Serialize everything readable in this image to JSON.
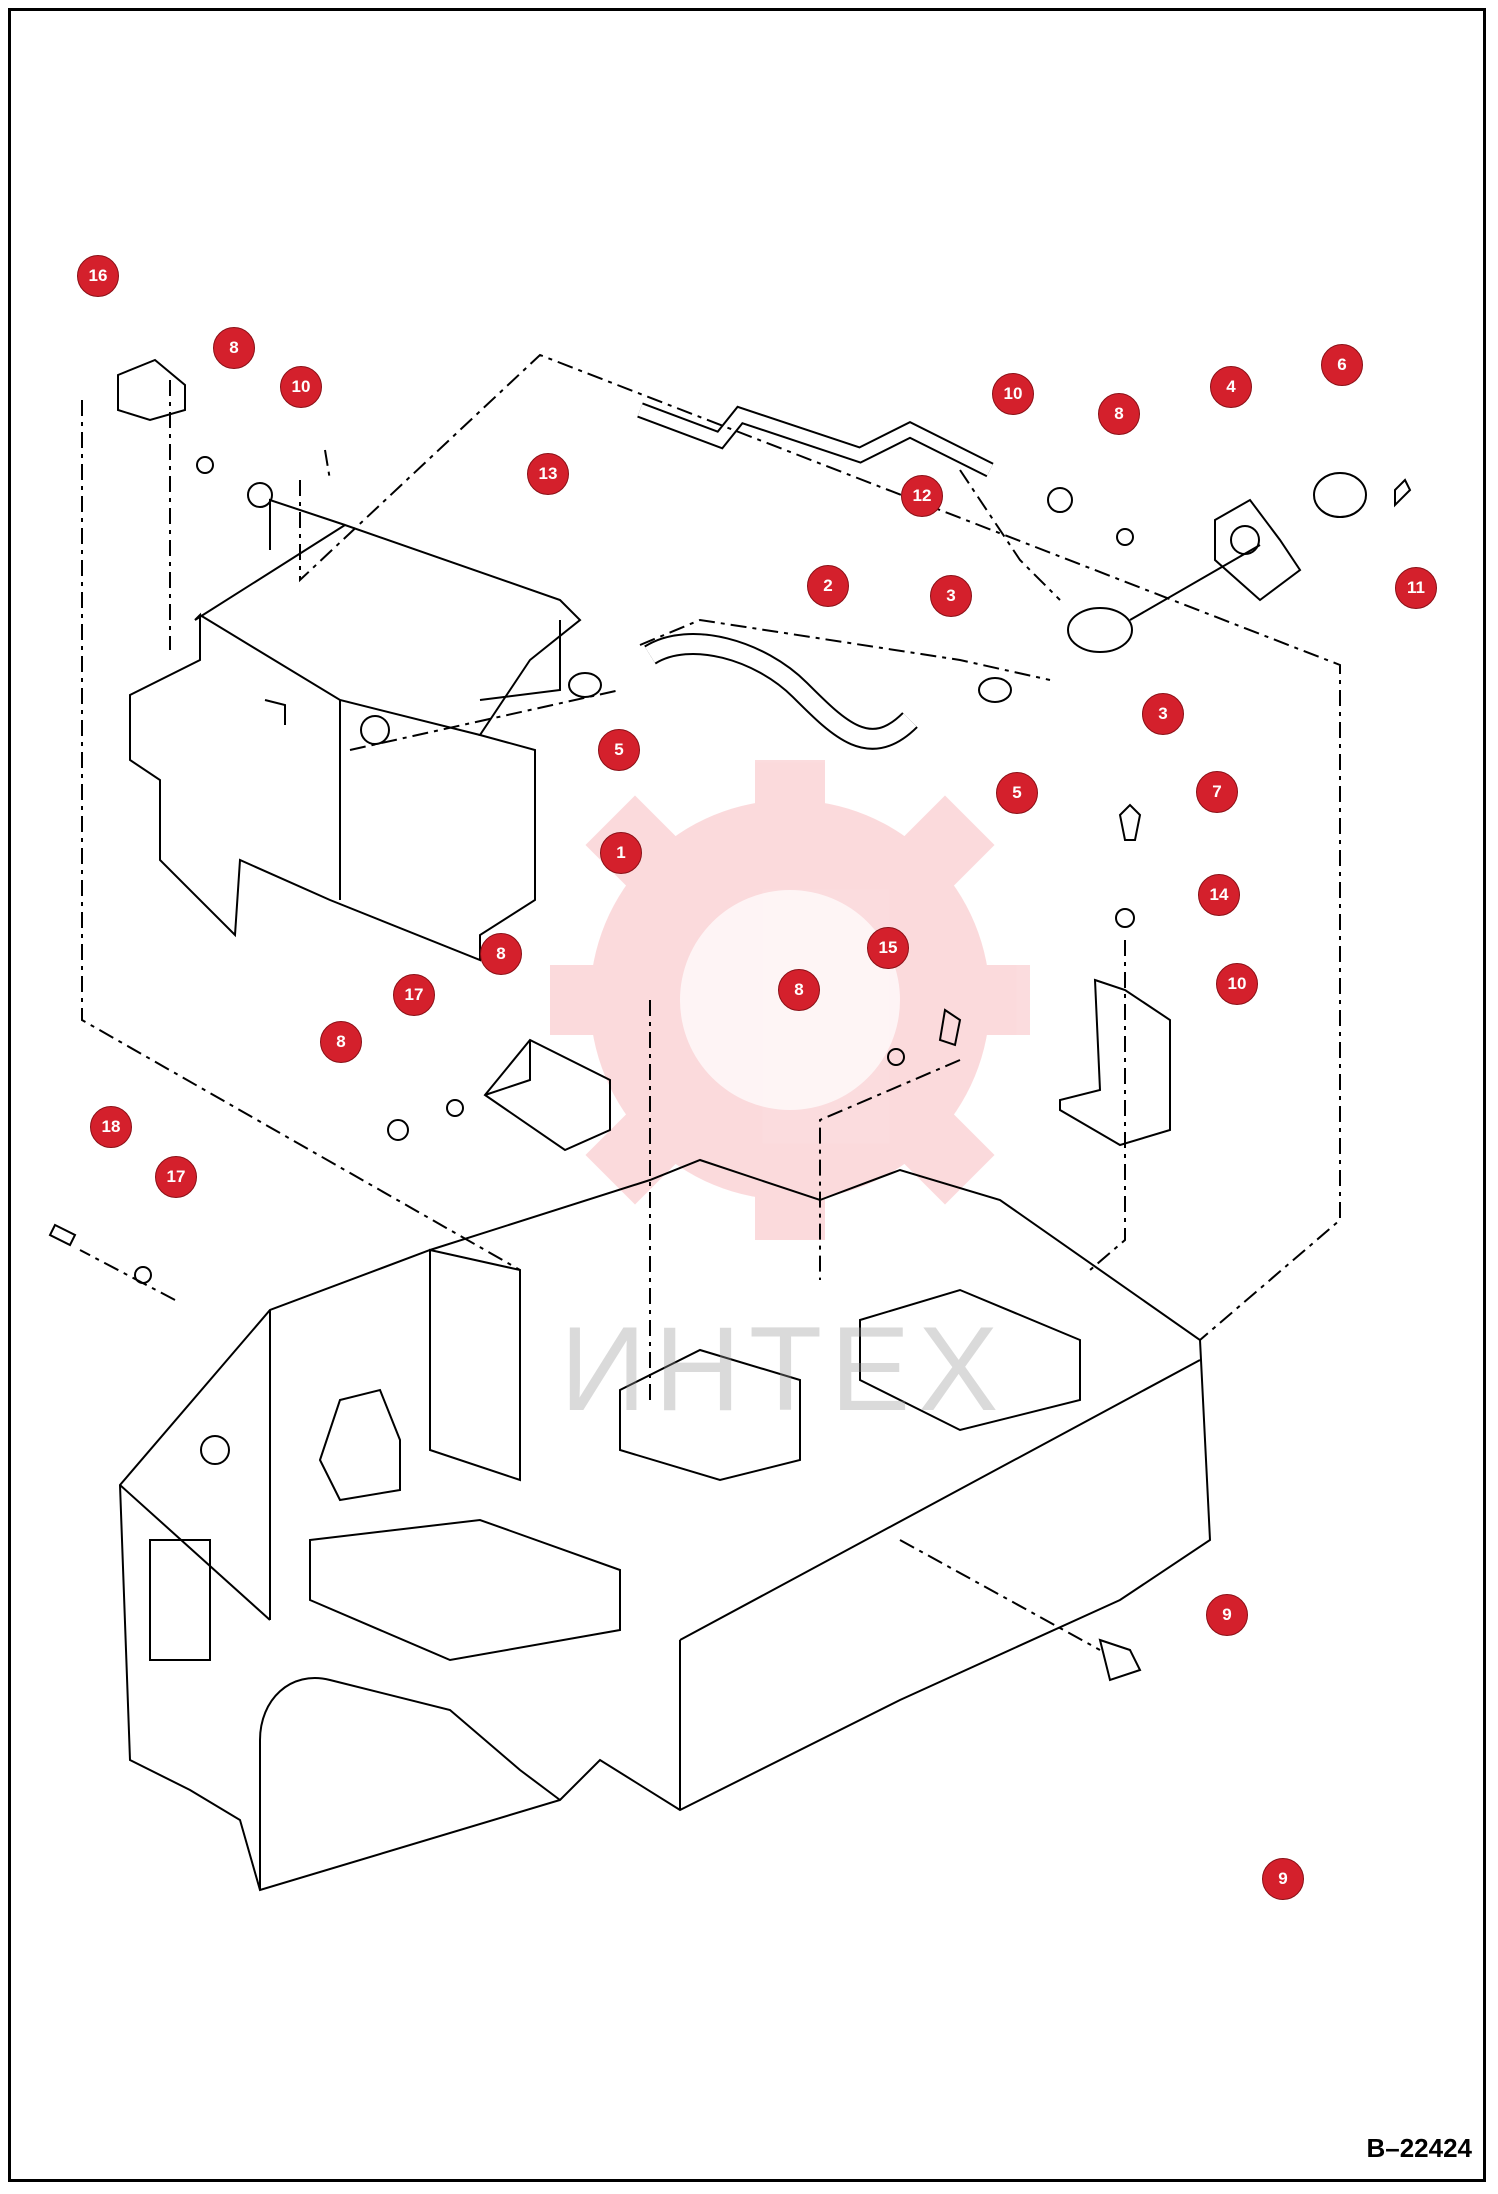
{
  "watermark": {
    "text": "ИНТЕХ",
    "color": "#e8232f"
  },
  "drawing_code": "B–22424",
  "callouts": [
    {
      "id": "c16",
      "label": "16"
    },
    {
      "id": "c8a",
      "label": "8"
    },
    {
      "id": "c10a",
      "label": "10"
    },
    {
      "id": "c13",
      "label": "13"
    },
    {
      "id": "c12",
      "label": "12"
    },
    {
      "id": "c10b",
      "label": "10"
    },
    {
      "id": "c8b",
      "label": "8"
    },
    {
      "id": "c4",
      "label": "4"
    },
    {
      "id": "c6",
      "label": "6"
    },
    {
      "id": "c11",
      "label": "11"
    },
    {
      "id": "c2",
      "label": "2"
    },
    {
      "id": "c3a",
      "label": "3"
    },
    {
      "id": "c3b",
      "label": "3"
    },
    {
      "id": "c5a",
      "label": "5"
    },
    {
      "id": "c5b",
      "label": "5"
    },
    {
      "id": "c1",
      "label": "1"
    },
    {
      "id": "c7",
      "label": "7"
    },
    {
      "id": "c8c",
      "label": "8"
    },
    {
      "id": "c15",
      "label": "15"
    },
    {
      "id": "c17a",
      "label": "17"
    },
    {
      "id": "c8d",
      "label": "8"
    },
    {
      "id": "c8e",
      "label": "8"
    },
    {
      "id": "c10c",
      "label": "10"
    },
    {
      "id": "c18",
      "label": "18"
    },
    {
      "id": "c17b",
      "label": "17"
    },
    {
      "id": "c9a",
      "label": "9"
    },
    {
      "id": "c9b",
      "label": "9"
    },
    {
      "id": "c14",
      "label": "14"
    }
  ]
}
